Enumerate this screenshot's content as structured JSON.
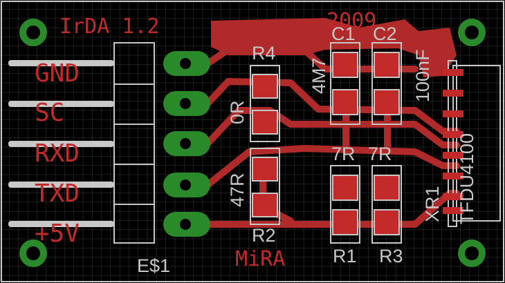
{
  "board": {
    "title": "IrDA 1.2",
    "year": "2009",
    "brand": "MiRA",
    "background": "#000000",
    "colors": {
      "copper": "#b02a2a",
      "pad": "#2a8a2a",
      "silkscreen": "#c8c8c8",
      "grid": "#3a3a3a",
      "label": "#c22a2a"
    }
  },
  "pins": [
    "GND",
    "SC",
    "RXD",
    "TXD",
    "+5V"
  ],
  "components": {
    "connector": "E$1",
    "transceiver": "TFDU4100",
    "tr_label": "XR1",
    "r4_name": "R4",
    "r4_value": "0R",
    "r2_name": "R2",
    "r2_value": "47R",
    "c1_name": "C1",
    "c2_name": "C2",
    "c1_value": "4M7",
    "c2_value": "100nF",
    "r1_name": "R1",
    "r3_name": "R3",
    "r1_value": "7R",
    "r3_value": "7R"
  }
}
